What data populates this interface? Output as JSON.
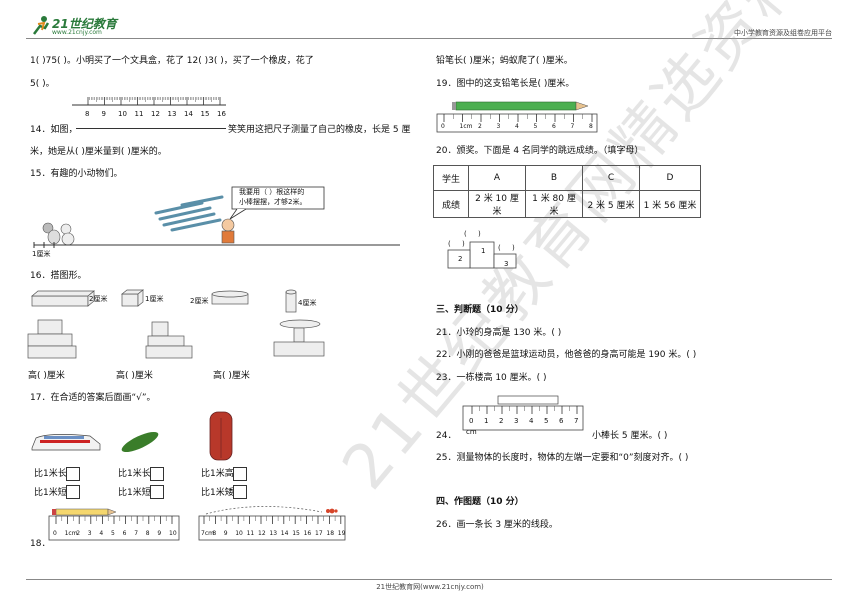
{
  "header": {
    "logo_text": "21世纪教育",
    "logo_sub": "www.21cnjy.com",
    "right_text": "中小学教育资源及组卷应用平台"
  },
  "footer": {
    "text": "21世纪教育网(www.21cnjy.com)"
  },
  "watermark": "21世纪教育网精选资料",
  "left": {
    "q13_line1": "1(      )75(      )。小明买了一个文具盒，花了 12(       )3(       )，买了一个橡皮，花了",
    "q13_line2": "5(      )。",
    "ruler_q13_ticks": [
      "8",
      "9",
      "10",
      "11",
      "12",
      "13",
      "14",
      "15",
      "16"
    ],
    "q14_a": "14．如图，",
    "q14_b": "笑笑用这把尺子测量了自己的橡皮，长是 5 厘",
    "q14_c": "米，她是从(          )厘米量到(           )厘米的。",
    "q15": "15．有趣的小动物们。",
    "q15_bubble_1": "我要用（      ）根这样的",
    "q15_bubble_2": "小棒摆摆，才够2米。",
    "q15_scale": "1厘米",
    "q16": "16．搭图形。",
    "q16_dims": [
      "2厘米",
      "1厘米",
      "2厘米",
      "4厘米"
    ],
    "q16_answers": [
      "高(          )厘米",
      "高(          )厘米",
      "高(          )厘米"
    ],
    "q17": "17．在合适的答案后面画“√”。",
    "q17_opts": [
      [
        "比1米长",
        "比1米短"
      ],
      [
        "比1米长",
        "比1米短"
      ],
      [
        "比1米高",
        "比1米矮"
      ]
    ],
    "q18": "18．",
    "ruler18a_ticks": [
      "0",
      "1cm",
      "2",
      "3",
      "4",
      "5",
      "6",
      "7",
      "8",
      "9",
      "10"
    ],
    "ruler18b_ticks": [
      "7cm",
      "8",
      "9",
      "10",
      "11",
      "12",
      "13",
      "14",
      "15",
      "16",
      "17",
      "18",
      "19"
    ]
  },
  "right": {
    "q18_cont": "铅笔长(              )厘米；蚂蚁爬了(                )厘米。",
    "q19": "19．图中的这支铅笔长是(            )厘米。",
    "ruler19_ticks": [
      "0",
      "1cm",
      "2",
      "3",
      "4",
      "5",
      "6",
      "7",
      "8"
    ],
    "q20": "20．颁奖。下面是 4 名同学的跳远成绩。（填字母）",
    "table": {
      "head": [
        "学生",
        "A",
        "B",
        "C",
        "D"
      ],
      "row": [
        "成绩",
        "2 米 10 厘米",
        "1 米 80 厘米",
        "2 米 5 厘米",
        "1 米 56 厘米"
      ]
    },
    "podium": [
      "1",
      "2",
      "3"
    ],
    "sec3": "三、判断题（10 分）",
    "q21": "21．小玲的身高是 130 米。(          )",
    "q22": "22．小刚的爸爸是篮球运动员，他爸爸的身高可能是 190 米。(          )",
    "q23": "23．一栋楼高 10 厘米。(          )",
    "ruler24_ticks": [
      "0",
      "1",
      "2",
      "3",
      "4",
      "5",
      "6",
      "7"
    ],
    "ruler24_unit": "cm",
    "q24_a": "24．",
    "q24_b": "小棒长 5 厘米。(          )",
    "q25": "25．测量物体的长度时，物体的左端一定要和“0”刻度对齐。(          )",
    "sec4": "四、作图题（10 分）",
    "q26": "26．画一条长 3 厘米的线段。"
  }
}
